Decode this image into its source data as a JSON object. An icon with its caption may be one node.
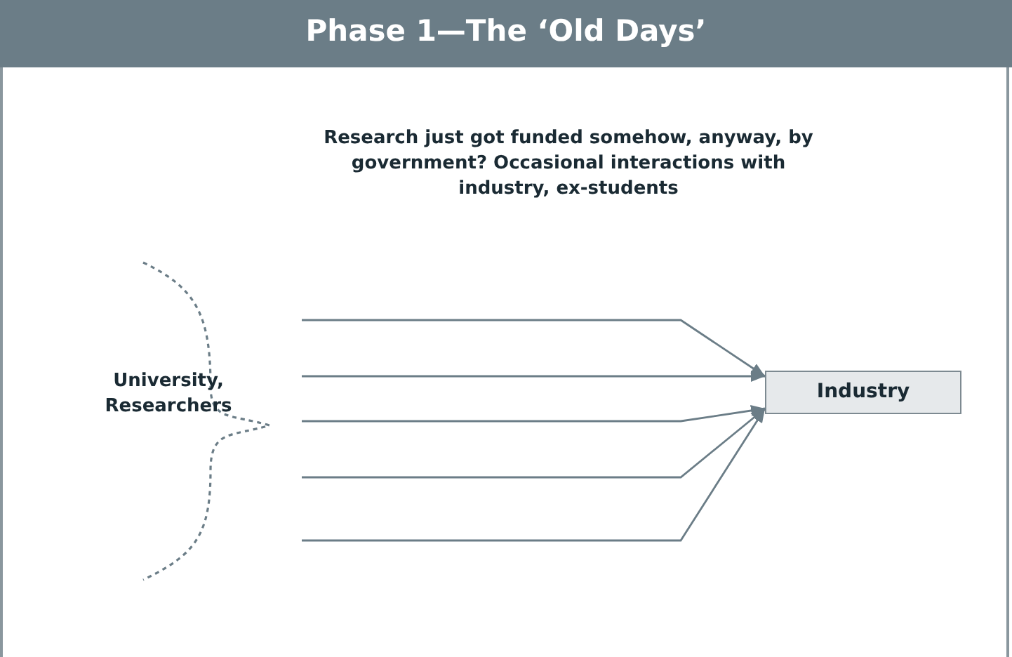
{
  "diagram": {
    "title": "Phase 1—The ‘Old Days’",
    "nodes": [
      {
        "text": [
          "University, Researchers"
        ]
      },
      {
        "text": [
          "Industry"
        ]
      }
    ],
    "edges": [
      {
        "from": 0,
        "to": 1,
        "arrow": "to"
      },
      {
        "from": 0,
        "to": 1,
        "arrow": "to"
      },
      {
        "from": 0,
        "to": 1,
        "arrow": "to"
      },
      {
        "from": 0,
        "to": 1,
        "arrow": "to"
      },
      {
        "from": 0,
        "to": 1,
        "arrow": "to"
      }
    ],
    "labels": [
      "Research just got funded somehow, anyway, by government? Occasional interactions with industry, ex-students"
    ]
  }
}
